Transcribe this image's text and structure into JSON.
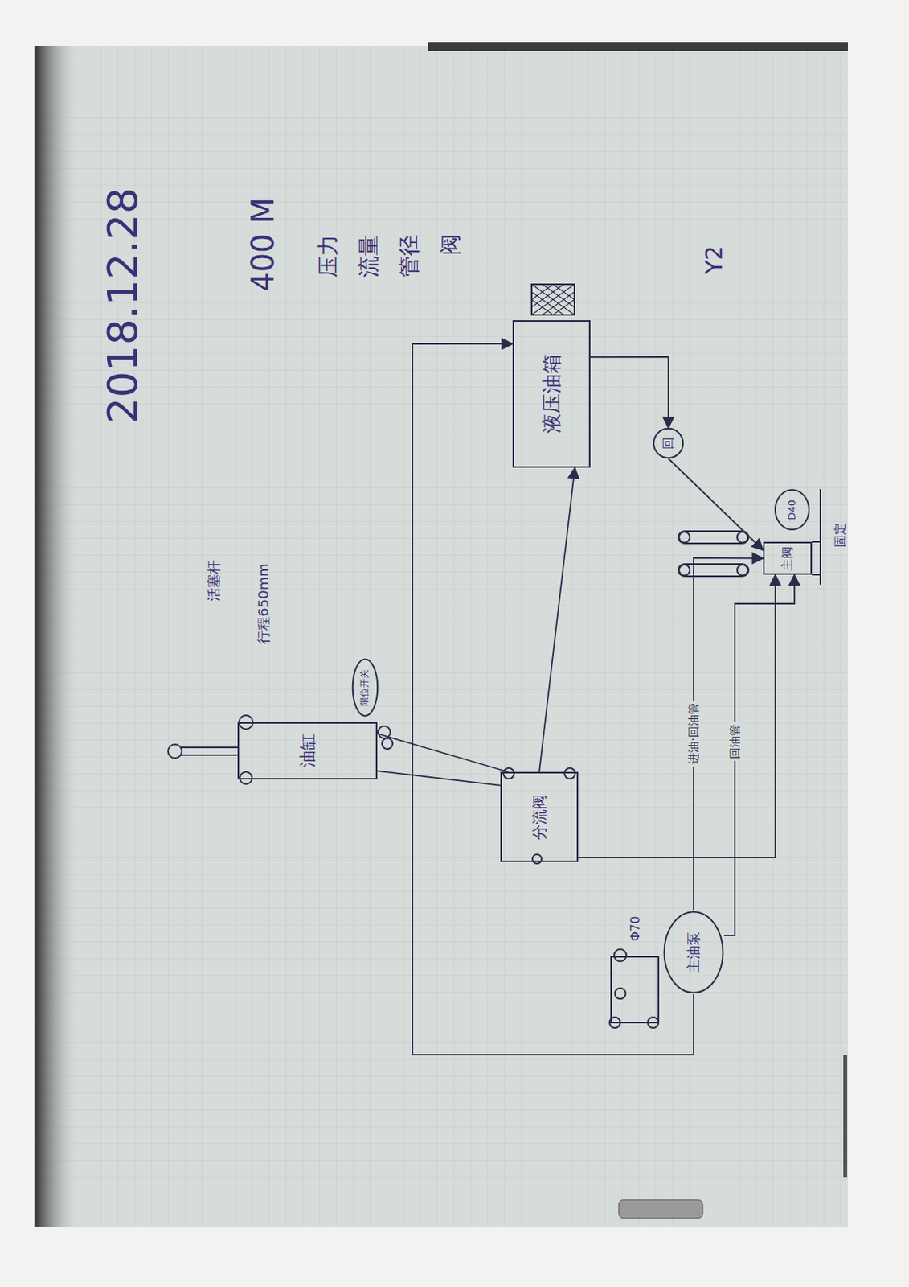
{
  "diagram": {
    "nodes": [
      {
        "text": [
          "液压油箱"
        ]
      },
      {
        "text": [
          "回"
        ]
      },
      {
        "text": [
          "主阀"
        ]
      },
      {
        "text": [
          "D40"
        ]
      },
      {
        "text": [
          "油缸"
        ]
      },
      {
        "text": [
          "限位开关"
        ]
      },
      {
        "text": [
          "分流阀"
        ]
      },
      {
        "text": [
          "主油泵"
        ]
      }
    ],
    "edges": [
      {
        "from": 0,
        "to": 1,
        "arrow": "to"
      },
      {
        "from": 1,
        "to": 2,
        "arrow": "to"
      },
      {
        "from": 6,
        "to": 0,
        "arrow": "to"
      },
      {
        "from": 6,
        "to": 4,
        "arrow": "none"
      },
      {
        "from": 6,
        "to": 4,
        "arrow": "none"
      },
      {
        "from": 6,
        "to": 2,
        "arrow": "to"
      },
      {
        "from": 7,
        "to": 2,
        "label": "进油·回油管",
        "arrow": "to"
      },
      {
        "from": 7,
        "to": 2,
        "label": "回油管",
        "arrow": "to"
      },
      {
        "from": 7,
        "to": 0,
        "arrow": "to"
      }
    ],
    "labels": [
      "2018.12.28",
      "400 M",
      "压力",
      "流量",
      "管径",
      "阀",
      "Y2",
      "活塞杆",
      "行程650mm",
      "Φ70",
      "固定"
    ]
  }
}
